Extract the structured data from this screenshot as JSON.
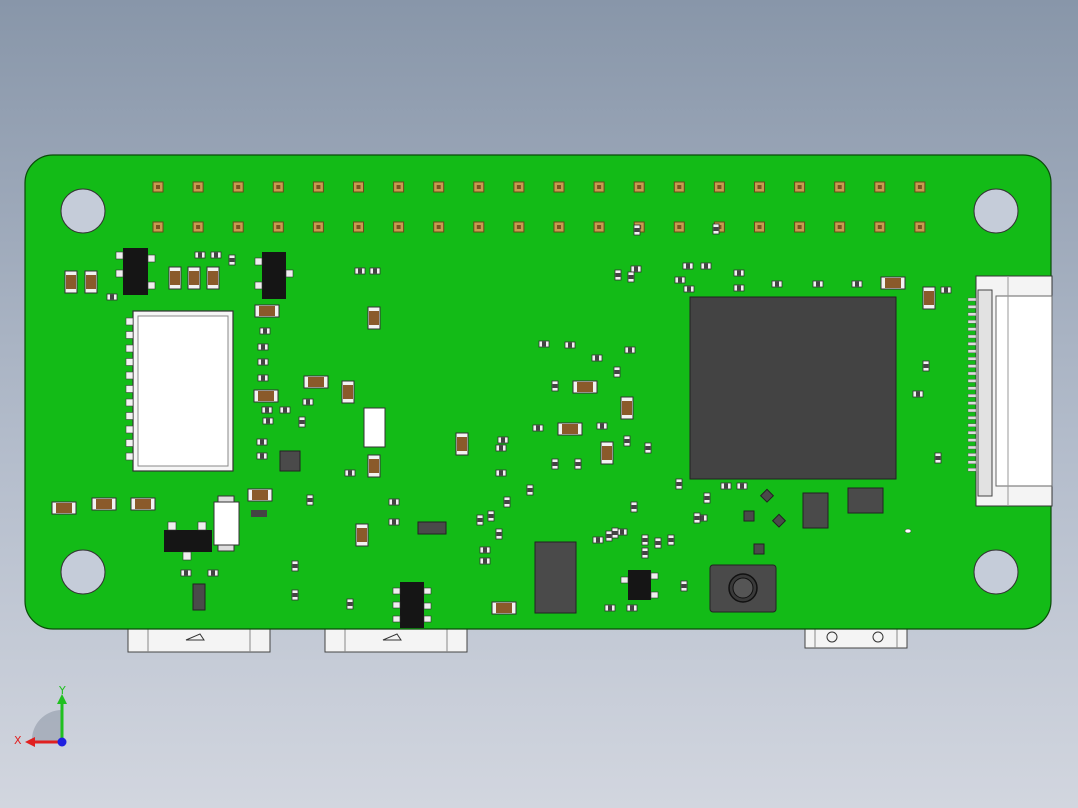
{
  "viewport": {
    "background_top": "#8896a9",
    "background_bottom": "#d2d6df"
  },
  "board": {
    "name": "pcb-board",
    "color": "#13bb17",
    "outline_color": "#0a4a0a",
    "pin_header_pad_color": "#c89a50",
    "pin_columns": 20,
    "pin_rows": 2
  },
  "components": {
    "soc_chip_color": "#434343",
    "resistor_body_color": "#8a5a2b",
    "ic_color": "#151515",
    "connector_color": "#f2f2f2"
  },
  "triad": {
    "x_label": "X",
    "y_label": "Y",
    "x_color": "#e02020",
    "y_color": "#20c020",
    "z_color": "#2020e0"
  }
}
